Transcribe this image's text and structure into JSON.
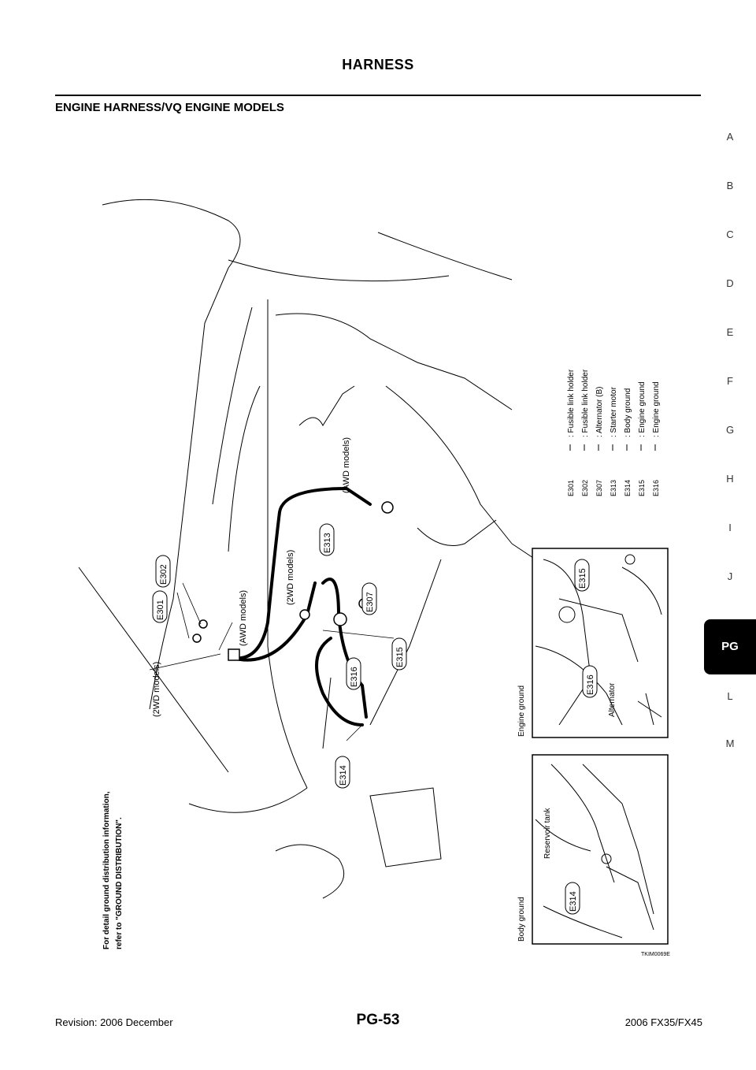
{
  "header": {
    "title": "HARNESS"
  },
  "section": {
    "title": "ENGINE HARNESS/VQ ENGINE MODELS"
  },
  "side_index": {
    "letters": [
      "A",
      "B",
      "C",
      "D",
      "E",
      "F",
      "G",
      "H",
      "I",
      "J",
      "PG",
      "L",
      "M"
    ],
    "active": "PG"
  },
  "diagram": {
    "note_line1": "For detail ground distribution information,",
    "note_line2": "refer to \"GROUND DISTRIBUTION\".",
    "labels": {
      "two_wd_models": "(2WD  models)",
      "awd_models": "(AWD  models)",
      "engine_ground": "Engine  ground",
      "body_ground": "Body  ground",
      "reservoir_tank": "Reservoir  tank",
      "alternator": "Alternator"
    },
    "connectors": {
      "e301": "E301",
      "e302": "E302",
      "e307": "E307",
      "e313": "E313",
      "e314": "E314",
      "e315": "E315",
      "e316": "E316"
    },
    "legend": [
      {
        "code": "E301",
        "desc": ":  Fusible  link  holder"
      },
      {
        "code": "E302",
        "desc": ":  Fusible  link  holder"
      },
      {
        "code": "E307",
        "desc": ":  Alternator  (B)"
      },
      {
        "code": "E313",
        "desc": ":  Starter  motor"
      },
      {
        "code": "E314",
        "desc": ":  Body  ground"
      },
      {
        "code": "E315",
        "desc": ":  Engine  ground"
      },
      {
        "code": "E316",
        "desc": ":  Engine  ground"
      }
    ],
    "figure_code": "TKIM0069E"
  },
  "footer": {
    "revision": "Revision: 2006 December",
    "page": "PG-53",
    "model": "2006 FX35/FX45"
  }
}
